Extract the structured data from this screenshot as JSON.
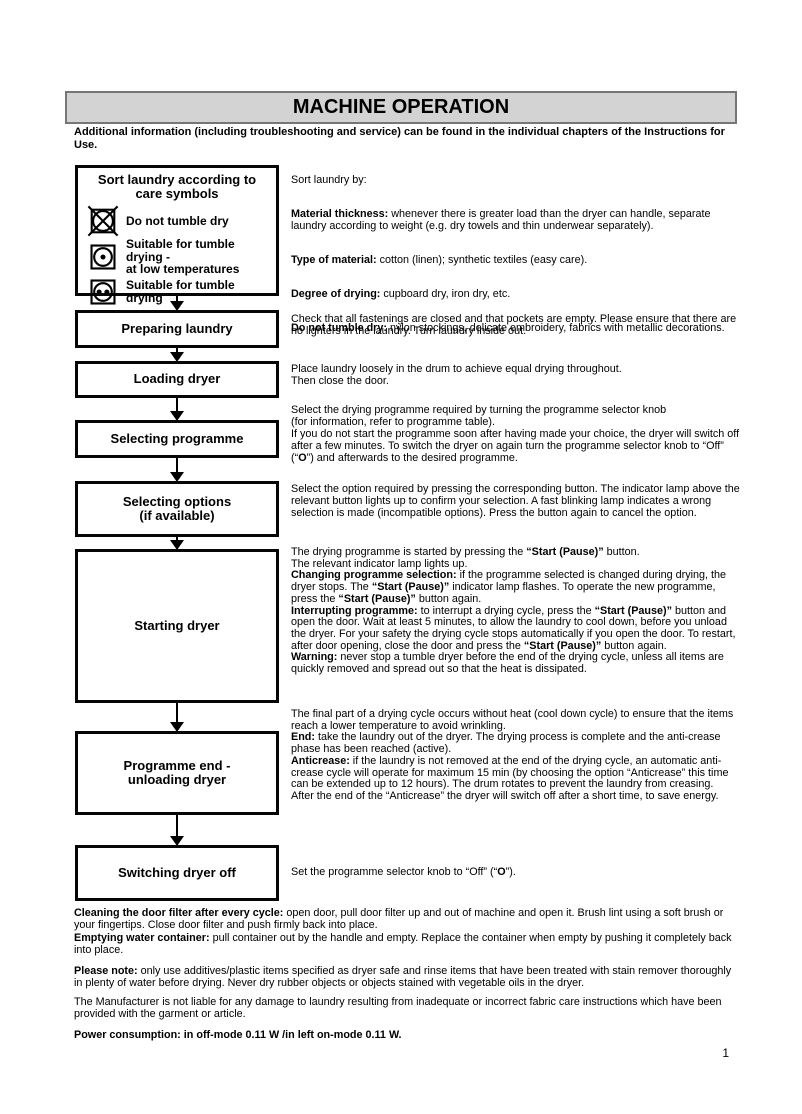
{
  "header": {
    "title": "MACHINE OPERATION"
  },
  "intro": "Additional information (including troubleshooting and service) can be found in the individual chapters of the Instructions for Use.",
  "flow": {
    "sort_box": {
      "title": "Sort laundry according to care symbols",
      "symbols": [
        {
          "icon": "do-not-tumble-dry-icon",
          "label": "Do not tumble dry"
        },
        {
          "icon": "tumble-dry-low-temp-icon",
          "label": "Suitable for tumble drying -\nat low temperatures"
        },
        {
          "icon": "tumble-dry-icon",
          "label": "Suitable for tumble drying"
        }
      ]
    },
    "boxes": [
      {
        "label": "Preparing laundry"
      },
      {
        "label": "Loading dryer"
      },
      {
        "label": "Selecting programme"
      },
      {
        "label": "Selecting options\n(if available)"
      },
      {
        "label": "Starting dryer"
      },
      {
        "label": "Programme end -\nunloading dryer"
      },
      {
        "label": "Switching dryer off"
      }
    ]
  },
  "right": {
    "sort": [
      [
        {
          "t": "Sort laundry by:"
        }
      ],
      [
        {
          "t": "Material thickness: ",
          "b": 1
        },
        {
          "t": "whenever there is greater load than the dryer can handle, separate laundry according to weight (e.g. dry towels and thin underwear separately)."
        }
      ],
      [
        {
          "t": "Type of material: ",
          "b": 1
        },
        {
          "t": "cotton (linen); synthetic textiles (easy care)."
        }
      ],
      [
        {
          "t": "Degree of drying: ",
          "b": 1
        },
        {
          "t": "cupboard dry, iron dry, etc."
        }
      ],
      [
        {
          "t": "Do not tumble dry: ",
          "b": 1
        },
        {
          "t": "nylon stockings, delicate embroidery, fabrics with metallic decorations."
        }
      ]
    ],
    "preparing": [
      [
        {
          "t": "Check that all fastenings are closed and that pockets are empty. Please ensure that there are no lighters in the laundry. Turn laundry inside out."
        }
      ]
    ],
    "loading": [
      [
        {
          "t": "Place laundry loosely in the drum to achieve equal drying throughout.\nThen close the door."
        }
      ]
    ],
    "selecting_programme": [
      [
        {
          "t": "Select the drying programme required by turning the programme selector knob\n(for information, refer to programme table).\nIf you do not start the programme soon after having made your choice, the dryer will switch off after a few minutes. To switch the dryer on again turn the programme selector knob to “Off” (“"
        },
        {
          "t": "O",
          "b": 1
        },
        {
          "t": "”) and afterwards to the desired programme."
        }
      ]
    ],
    "selecting_options": [
      [
        {
          "t": "Select the option required by pressing the corresponding button. The indicator lamp above the relevant button lights up to confirm your selection. A fast blinking lamp indicates a wrong selection is made (incompatible options). Press the button again to cancel the option."
        }
      ]
    ],
    "starting": [
      [
        {
          "t": "The drying programme is started by pressing the "
        },
        {
          "t": "“Start (Pause)”",
          "b": 1
        },
        {
          "t": " button.\nThe relevant indicator lamp lights up.\n"
        },
        {
          "t": "Changing programme selection:",
          "b": 1
        },
        {
          "t": " if the programme selected is changed during drying, the dryer stops. The "
        },
        {
          "t": "“Start (Pause)”",
          "b": 1
        },
        {
          "t": " indicator lamp flashes. To operate the new programme, press the "
        },
        {
          "t": "“Start (Pause)”",
          "b": 1
        },
        {
          "t": " button again.\n"
        },
        {
          "t": "Interrupting programme:",
          "b": 1
        },
        {
          "t": " to interrupt a drying cycle, press the "
        },
        {
          "t": "“Start (Pause)”",
          "b": 1
        },
        {
          "t": " button and open the door. Wait at least 5 minutes, to allow the laundry to cool down, before you unload the dryer. For your safety the drying cycle stops automatically if you open the door. To restart, after door opening, close the door and press the "
        },
        {
          "t": "“Start (Pause)”",
          "b": 1
        },
        {
          "t": " button again.\n"
        },
        {
          "t": "Warning:",
          "b": 1
        },
        {
          "t": " never stop a tumble dryer before the end of the drying cycle, unless all items are quickly removed and spread out so that the heat is dissipated."
        }
      ]
    ],
    "programme_end": [
      [
        {
          "t": "The final part of a drying cycle occurs without heat (cool down cycle) to ensure that the items reach a lower temperature to avoid wrinkling.\n"
        },
        {
          "t": "End:",
          "b": 1
        },
        {
          "t": " take the laundry out of the dryer. The drying process is complete and the anti-crease phase has been reached (active).\n"
        },
        {
          "t": "Anticrease:",
          "b": 1
        },
        {
          "t": " if the laundry is not removed at the end of the drying cycle, an automatic anti-crease cycle will operate for maximum 15 min (by choosing the option “Anticrease” this time can be extended up to 12 hours). The drum rotates to prevent the laundry from creasing.\nAfter the end of the “Anticrease” the dryer will switch off after a short time, to save energy."
        }
      ]
    ],
    "switching_off": [
      [
        {
          "t": "Set the programme selector knob to “Off” (“"
        },
        {
          "t": "O",
          "b": 1
        },
        {
          "t": "”)."
        }
      ]
    ]
  },
  "bottom": {
    "cleaning": [
      {
        "t": "Cleaning the door filter after every cycle:",
        "b": 1
      },
      {
        "t": " open door, pull door filter up and out of machine and open it. Brush lint using a soft brush or your fingertips. Close door filter and push firmly back into place.\n"
      },
      {
        "t": "Emptying water container:",
        "b": 1
      },
      {
        "t": " pull container out by the handle and empty. Replace the container when empty by pushing it completely back into place."
      }
    ],
    "note": [
      {
        "t": "Please note:",
        "b": 1
      },
      {
        "t": " only use additives/plastic items specified as dryer safe and rinse items that have been treated with stain remover thoroughly in plenty of water before drying. Never dry rubber objects or objects stained with vegetable oils in the dryer."
      }
    ],
    "manufacturer": [
      {
        "t": "The Manufacturer is not liable for any damage to laundry resulting from inadequate or incorrect fabric care instructions which have been provided with the garment or article."
      }
    ],
    "power": [
      {
        "t": "Power consumption: in off-mode 0.11 W /in left on-mode 0.11 W.",
        "b": 1
      }
    ]
  },
  "page_number": "1"
}
